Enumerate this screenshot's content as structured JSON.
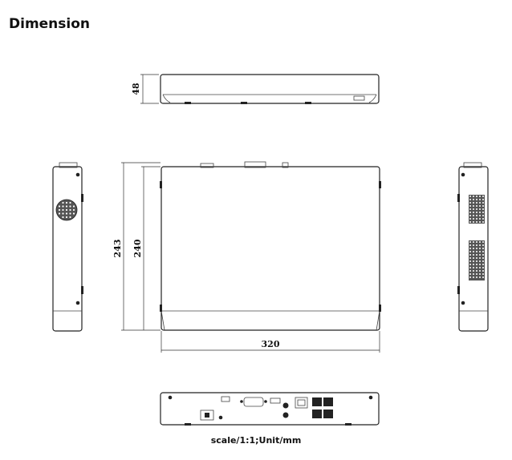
{
  "title": "Dimension",
  "caption": "scale/1:1;Unit/mm",
  "dimensions": {
    "height": "48",
    "depth_total": "243",
    "depth_body": "240",
    "width": "320"
  },
  "colors": {
    "line": "#222222",
    "background": "#ffffff"
  }
}
